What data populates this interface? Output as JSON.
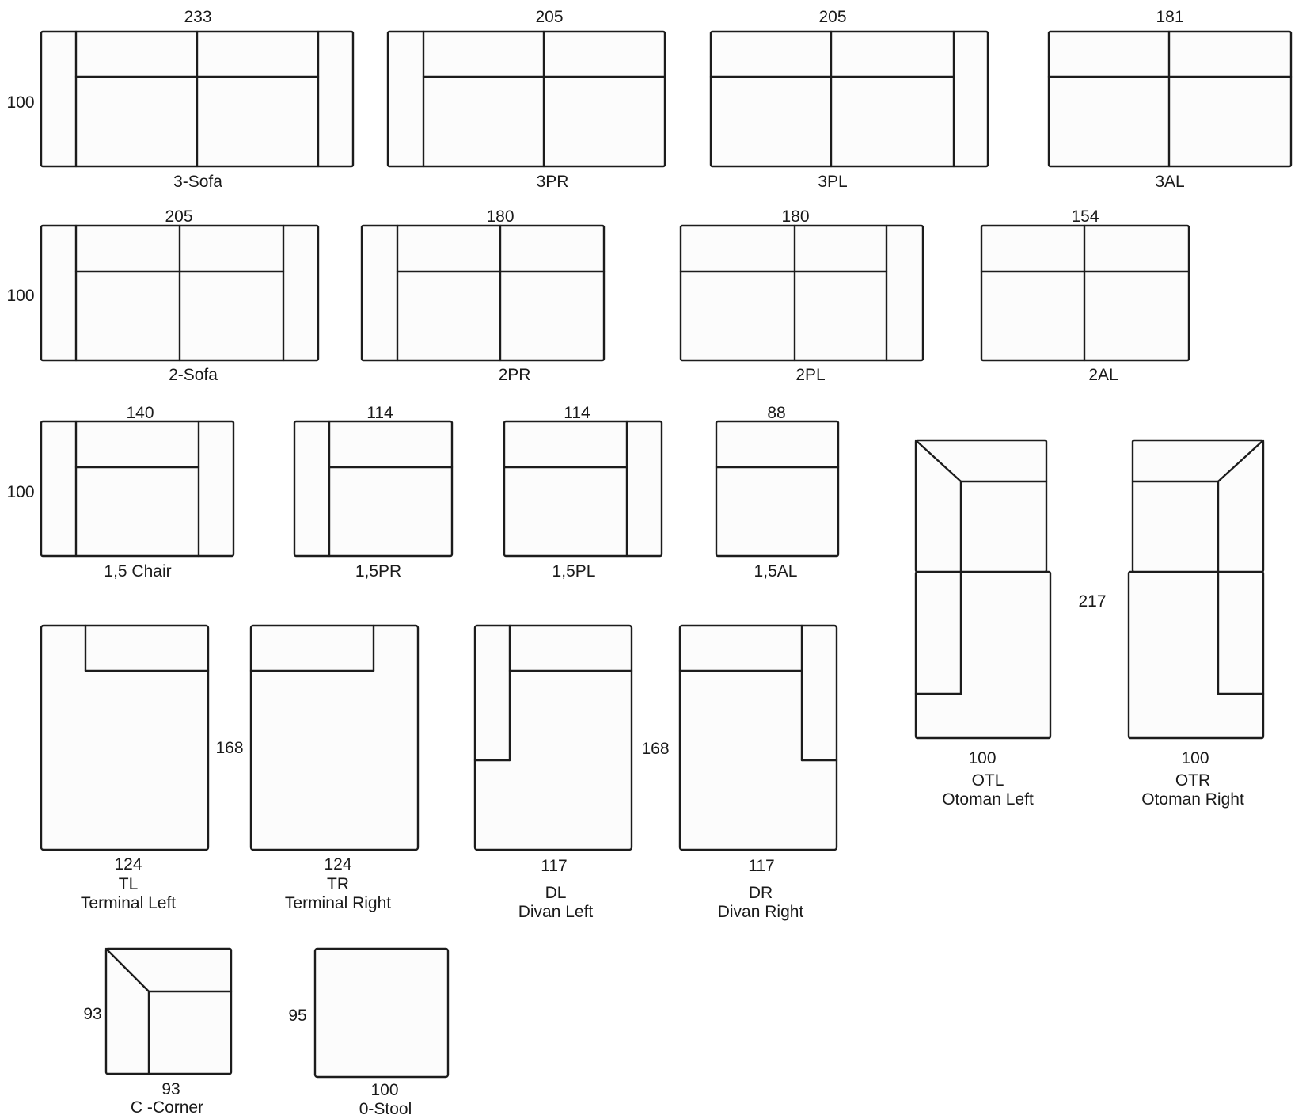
{
  "modules": {
    "sofa3": {
      "width": "233",
      "depth": "100",
      "code": "3-Sofa"
    },
    "pr3": {
      "width": "205",
      "code": "3PR"
    },
    "pl3": {
      "width": "205",
      "code": "3PL"
    },
    "al3": {
      "width": "181",
      "code": "3AL"
    },
    "sofa2": {
      "width": "205",
      "depth": "100",
      "code": "2-Sofa"
    },
    "pr2": {
      "width": "180",
      "code": "2PR"
    },
    "pl2": {
      "width": "180",
      "code": "2PL"
    },
    "al2": {
      "width": "154",
      "code": "2AL"
    },
    "chair15": {
      "width": "140",
      "depth": "100",
      "code": "1,5 Chair"
    },
    "pr15": {
      "width": "114",
      "code": "1,5PR"
    },
    "pl15": {
      "width": "114",
      "code": "1,5PL"
    },
    "al15": {
      "width": "88",
      "code": "1,5AL"
    },
    "otl": {
      "width": "100",
      "code": "OTL",
      "name": "Otoman Left"
    },
    "otr": {
      "width": "100",
      "code": "OTR",
      "name": "Otoman Right"
    },
    "ottoman_depth": "217",
    "tl": {
      "width": "124",
      "code": "TL",
      "name": "Terminal Left"
    },
    "tr": {
      "width": "124",
      "code": "TR",
      "name": "Terminal Right"
    },
    "terminal_depth": "168",
    "dl": {
      "width": "117",
      "code": "DL",
      "name": "Divan Left"
    },
    "dr": {
      "width": "117",
      "code": "DR",
      "name": "Divan Right"
    },
    "divan_depth": "168",
    "corner": {
      "width": "93",
      "depth": "93",
      "code": "C -Corner"
    },
    "stool": {
      "width": "100",
      "depth": "95",
      "code": "0-Stool"
    }
  }
}
